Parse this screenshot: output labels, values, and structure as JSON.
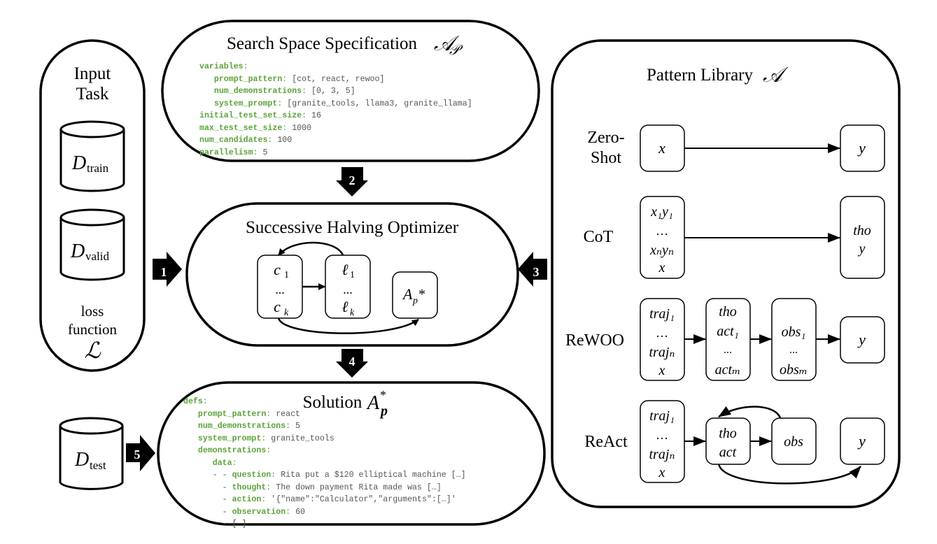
{
  "colors": {
    "stroke": "#000000",
    "code_key": "#5ca33a",
    "code_value": "#555555",
    "step_badge_fill": "#000000",
    "step_badge_text": "#ffffff"
  },
  "input_task": {
    "title_line1": "Input",
    "title_line2": "Task",
    "datasets": [
      {
        "symbol": "D",
        "subscript": "train"
      },
      {
        "symbol": "D",
        "subscript": "valid"
      }
    ],
    "loss_line1": "loss",
    "loss_line2": "function",
    "loss_symbol": "ℒ"
  },
  "test_dataset": {
    "symbol": "D",
    "subscript": "test"
  },
  "search_space": {
    "title": "Search Space Specification",
    "title_symbol": "𝒜",
    "title_symbol_sub": "𝒫",
    "lines": [
      {
        "indent": 0,
        "key": "variables",
        "value": ""
      },
      {
        "indent": 1,
        "key": "prompt_pattern",
        "value": "[cot, react, rewoo]"
      },
      {
        "indent": 1,
        "key": "num_demonstrations",
        "value": "[0, 3, 5]"
      },
      {
        "indent": 1,
        "key": "system_prompt",
        "value": "[granite_tools, llama3, granite_llama]"
      },
      {
        "indent": 0,
        "key": "initial_test_set_size",
        "value": "16"
      },
      {
        "indent": 0,
        "key": "max_test_set_size",
        "value": "1000"
      },
      {
        "indent": 0,
        "key": "num_candidates",
        "value": "100"
      },
      {
        "indent": 0,
        "key": "parallelism",
        "value": "5"
      }
    ]
  },
  "optimizer": {
    "title": "Successive Halving Optimizer",
    "candidates": {
      "top": "c",
      "top_sub": "1",
      "dots": "...",
      "bottom": "c",
      "bottom_sub": "k"
    },
    "losses": {
      "top": "ℓ",
      "top_sub": "1",
      "dots": "...",
      "bottom": "ℓ",
      "bottom_sub": "k"
    },
    "best": {
      "symbol": "A",
      "sub": "p",
      "sup": "*"
    }
  },
  "solution": {
    "title": "Solution",
    "title_symbol": "A",
    "title_sub": "p",
    "title_sup": "*",
    "lines": [
      {
        "indent": 0,
        "prefix": "",
        "key": "defs",
        "value": ""
      },
      {
        "indent": 1,
        "prefix": "",
        "key": "prompt_pattern",
        "value": "react"
      },
      {
        "indent": 1,
        "prefix": "",
        "key": "num_demonstrations",
        "value": "5"
      },
      {
        "indent": 1,
        "prefix": "",
        "key": "system_prompt",
        "value": "granite_tools"
      },
      {
        "indent": 1,
        "prefix": "",
        "key": "demonstrations",
        "value": ""
      },
      {
        "indent": 2,
        "prefix": "",
        "key": "data",
        "value": ""
      },
      {
        "indent": 2,
        "prefix": "- - ",
        "key": "question",
        "value": "Rita put a $120 elliptical machine […]"
      },
      {
        "indent": 2,
        "prefix": "  - ",
        "key": "thought",
        "value": "The down payment Rita made was […]"
      },
      {
        "indent": 2,
        "prefix": "  - ",
        "key": "action",
        "value": "'{\"name\":\"Calculator\",\"arguments\":[…]'"
      },
      {
        "indent": 2,
        "prefix": "  - ",
        "key": "observation",
        "value": "60"
      },
      {
        "indent": 2,
        "prefix": "  - ",
        "key": "",
        "value": "[…]"
      }
    ]
  },
  "pattern_library": {
    "title": "Pattern Library",
    "title_symbol": "𝒜",
    "patterns": [
      {
        "name_line1": "Zero-",
        "name_line2": "Shot",
        "input": "x",
        "output": "y"
      },
      {
        "name_line1": "CoT",
        "input_lines": [
          "x₁y₁",
          "…",
          "xₙyₙ",
          "x"
        ],
        "output_lines": [
          "tho",
          "y"
        ]
      },
      {
        "name_line1": "ReWOO",
        "input_lines": [
          "traj₁",
          "…",
          "trajₙ",
          "x"
        ],
        "plan_lines": [
          "tho",
          "act₁",
          "...",
          "actₘ"
        ],
        "obs_lines": [
          "obs₁",
          "...",
          "obsₘ"
        ],
        "output": "y"
      },
      {
        "name_line1": "ReAct",
        "input_lines": [
          "traj₁",
          "…",
          "trajₙ",
          "x"
        ],
        "step_lines": [
          "tho",
          "act"
        ],
        "obs": "obs",
        "output": "y"
      }
    ]
  },
  "steps": [
    {
      "label": "1",
      "direction": "right"
    },
    {
      "label": "2",
      "direction": "down"
    },
    {
      "label": "3",
      "direction": "left"
    },
    {
      "label": "4",
      "direction": "down"
    },
    {
      "label": "5",
      "direction": "right"
    }
  ]
}
